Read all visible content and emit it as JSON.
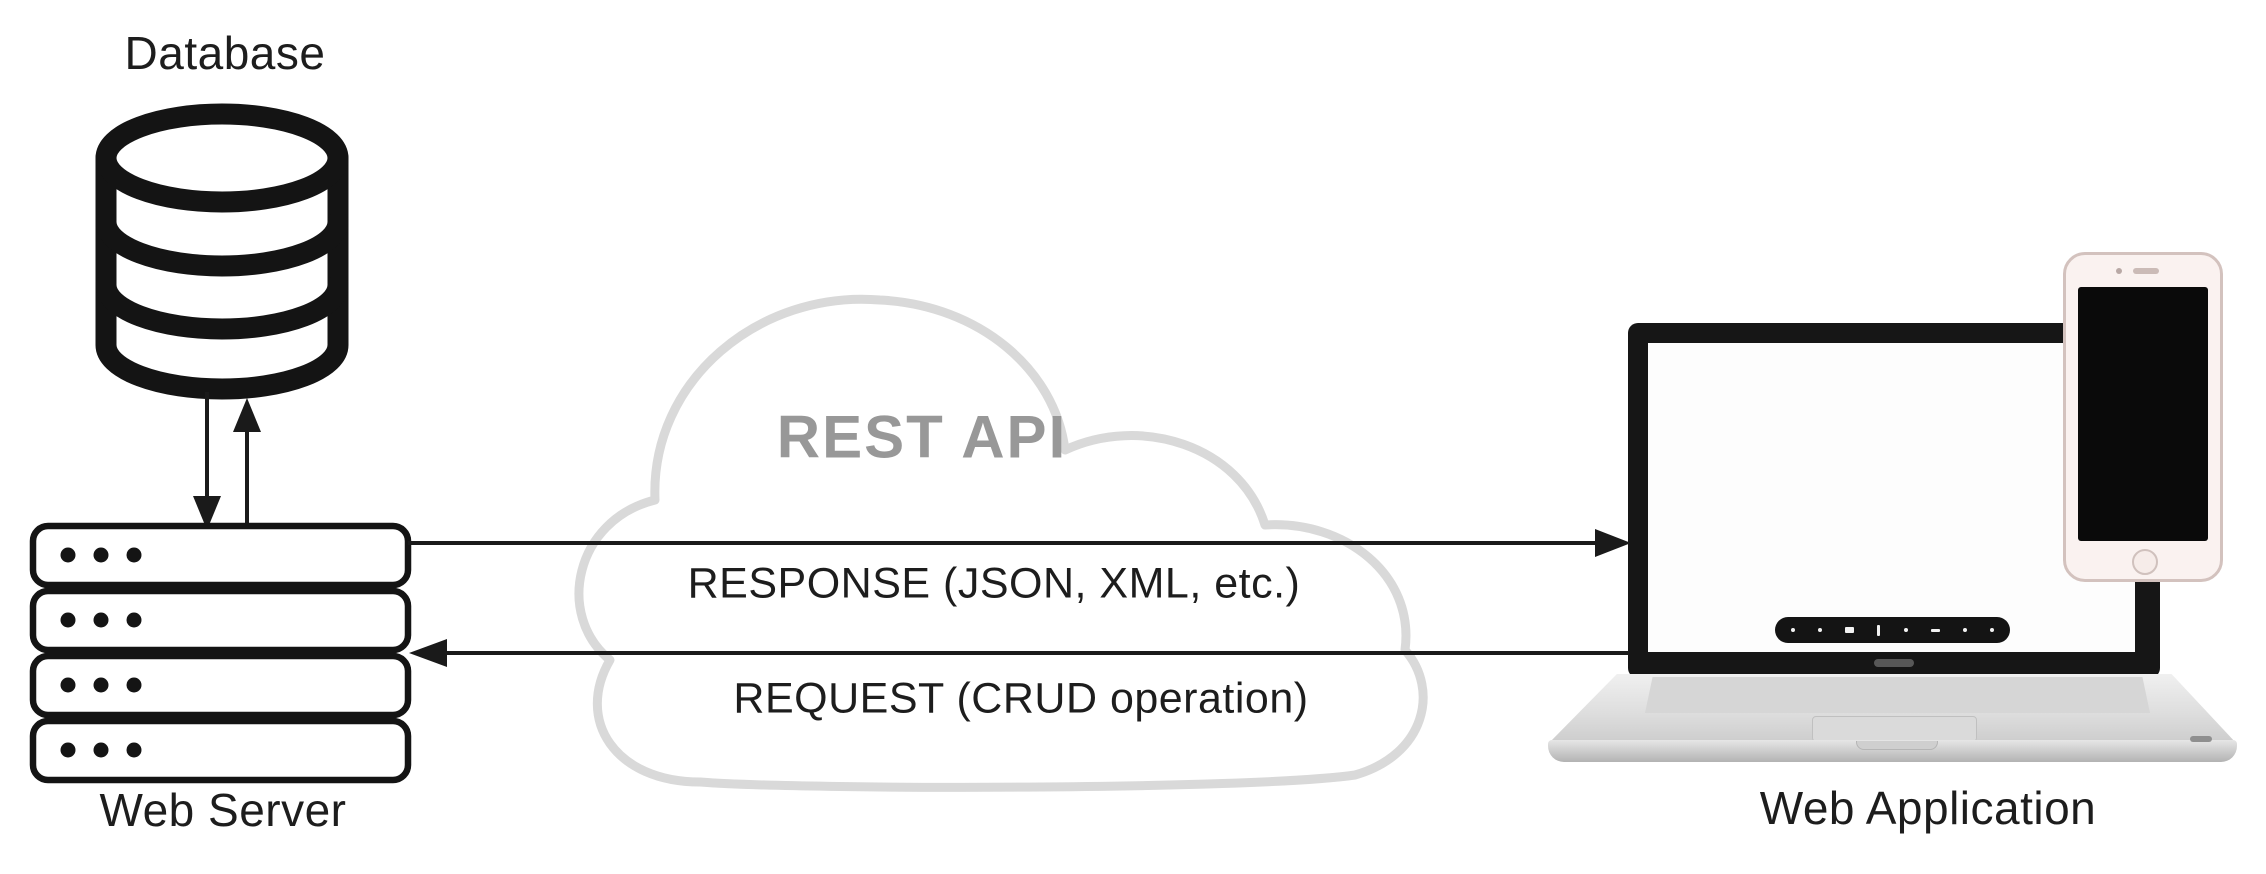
{
  "diagram": {
    "description": "REST API architecture diagram",
    "nodes": {
      "database": {
        "label": "Database",
        "icon": "database-cylinder-icon"
      },
      "web_server": {
        "label": "Web Server",
        "icon": "server-rack-icon"
      },
      "rest_api_cloud": {
        "label": "REST API",
        "icon": "cloud-icon"
      },
      "web_application": {
        "label": "Web Application",
        "icons": [
          "laptop-icon",
          "smartphone-icon"
        ]
      }
    },
    "flows": {
      "response": {
        "label": "RESPONSE (JSON, XML, etc.)",
        "from": "web_server",
        "to": "web_application"
      },
      "request": {
        "label": "REQUEST (CRUD operation)",
        "from": "web_application",
        "to": "web_server"
      },
      "db_store": {
        "from": "web_server",
        "to": "database"
      },
      "db_fetch": {
        "from": "database",
        "to": "web_server"
      }
    },
    "colors": {
      "background": "#ffffff",
      "line": "#1a1a1a",
      "node_fill": "#ffffff",
      "cloud_outline": "#d9d9d9",
      "rest_api_text": "#989898",
      "label_text": "#1d1d1d"
    }
  }
}
